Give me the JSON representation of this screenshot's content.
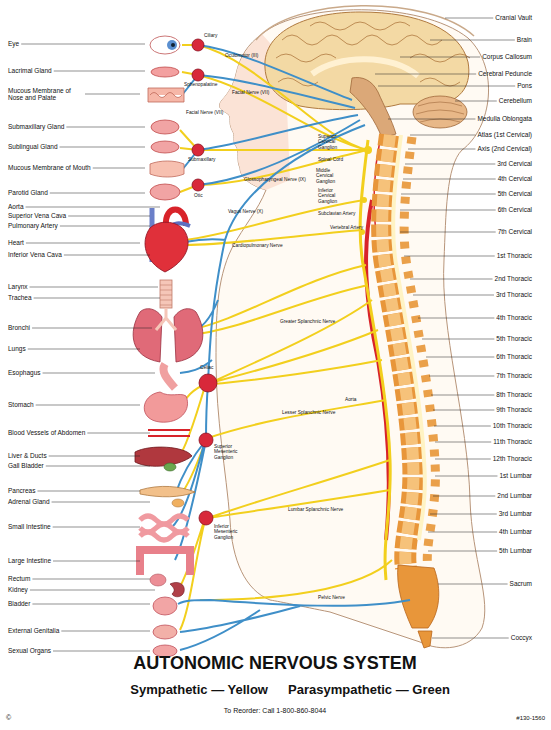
{
  "diagram": {
    "title": "AUTONOMIC NERVOUS SYSTEM",
    "labels": [
      "Eye",
      "Lacrimal Gland",
      "Mucous Membrane of Nose and Palate",
      "Submaxillary Gland",
      "Sublingual Gland",
      "Mucous Membrane of Mouth",
      "Parotid Gland",
      "Aorta",
      "Superior Vena Cava",
      "Pulmonary Artery",
      "Heart",
      "Inferior Vena Cava",
      "Larynx",
      "Trachea",
      "Bronchi",
      "Lungs",
      "Esophagus",
      "Stomach",
      "Blood Vessels of Abdomen",
      "Liver & Ducts",
      "Gall Bladder",
      "Pancreas",
      "Adrenal Gland",
      "Small Intestine",
      "Large Intestine",
      "Rectum",
      "Kidney",
      "Bladder",
      "External Genitalia",
      "Sexual Organs",
      "Cranial Vault",
      "Brain",
      "Corpus Callosum",
      "Cerebral Peduncle",
      "Pons",
      "Cerebellum",
      "Medulla Oblongata",
      "Atlas (1st Cervical)",
      "Axis (2nd Cervical)",
      "3rd Cervical",
      "4th Cervical",
      "5th Cervical",
      "6th Cervical",
      "7th Cervical",
      "1st Thoracic",
      "2nd Thoracic",
      "3rd Thoracic",
      "4th Thoracic",
      "5th Thoracic",
      "6th Thoracic",
      "7th Thoracic",
      "8th Thoracic",
      "9th Thoracic",
      "10th Thoracic",
      "11th Thoracic",
      "12th Thoracic",
      "1st Lumbar",
      "2nd Lumbar",
      "3rd Lumbar",
      "4th Lumbar",
      "5th Lumbar",
      "Sacrum",
      "Coccyx",
      "Ciliary",
      "Oculomotor (III)",
      "Sphenopalatine",
      "Facial Nerve (VII)",
      "Facial Nerve (VII)",
      "Submaxillary",
      "Otic",
      "Glossopharyngeal Nerve (IX)",
      "Vagus Nerve (X)",
      "Superior Cervical Ganglion",
      "Spinal Cord",
      "Middle Cervical Ganglion",
      "Inferior Cervical Ganglion",
      "Subclavian Artery",
      "Vertebral Artery",
      "Cardiopulmonary Nerve",
      "Greater Splanchnic Nerve",
      "Aorta",
      "Lesser Splanchnic Nerve",
      "Celiac",
      "Superior Mesenteric Ganglion",
      "Inferior Mesenteric Ganglion",
      "Lumbar Splanchnic Nerve",
      "Pelvic Nerve",
      "Sympathetic — Yellow",
      "Parasympathetic — Green",
      "To Reorder: Call 1-800-860-8044",
      "©",
      "#130-1560"
    ]
  }
}
